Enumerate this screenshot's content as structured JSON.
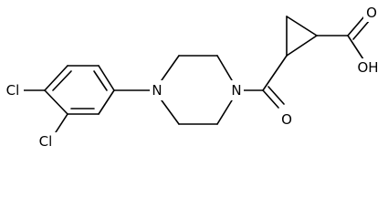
{
  "molecule": {
    "labels": {
      "cl_top": "Cl",
      "cl_bottom": "Cl",
      "n_left": "N",
      "n_right": "N",
      "o_carbonyl": "O",
      "o_acid_top": "O",
      "oh_acid": "OH"
    }
  }
}
